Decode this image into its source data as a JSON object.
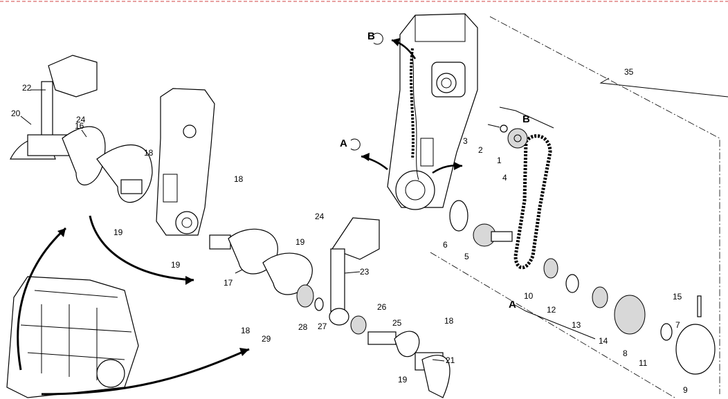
{
  "diagram": {
    "view_labels": [
      "A",
      "B"
    ],
    "callouts": [
      "1",
      "2",
      "3",
      "4",
      "5",
      "6",
      "7",
      "8",
      "9",
      "10",
      "11",
      "12",
      "13",
      "14",
      "15",
      "16",
      "17",
      "18",
      "19",
      "20",
      "21",
      "22",
      "23",
      "24",
      "25",
      "26",
      "27",
      "28",
      "29",
      "35"
    ],
    "colors": {
      "border_dash": "#d04040",
      "ink": "#000000",
      "shade": "#d8d8d8"
    }
  }
}
